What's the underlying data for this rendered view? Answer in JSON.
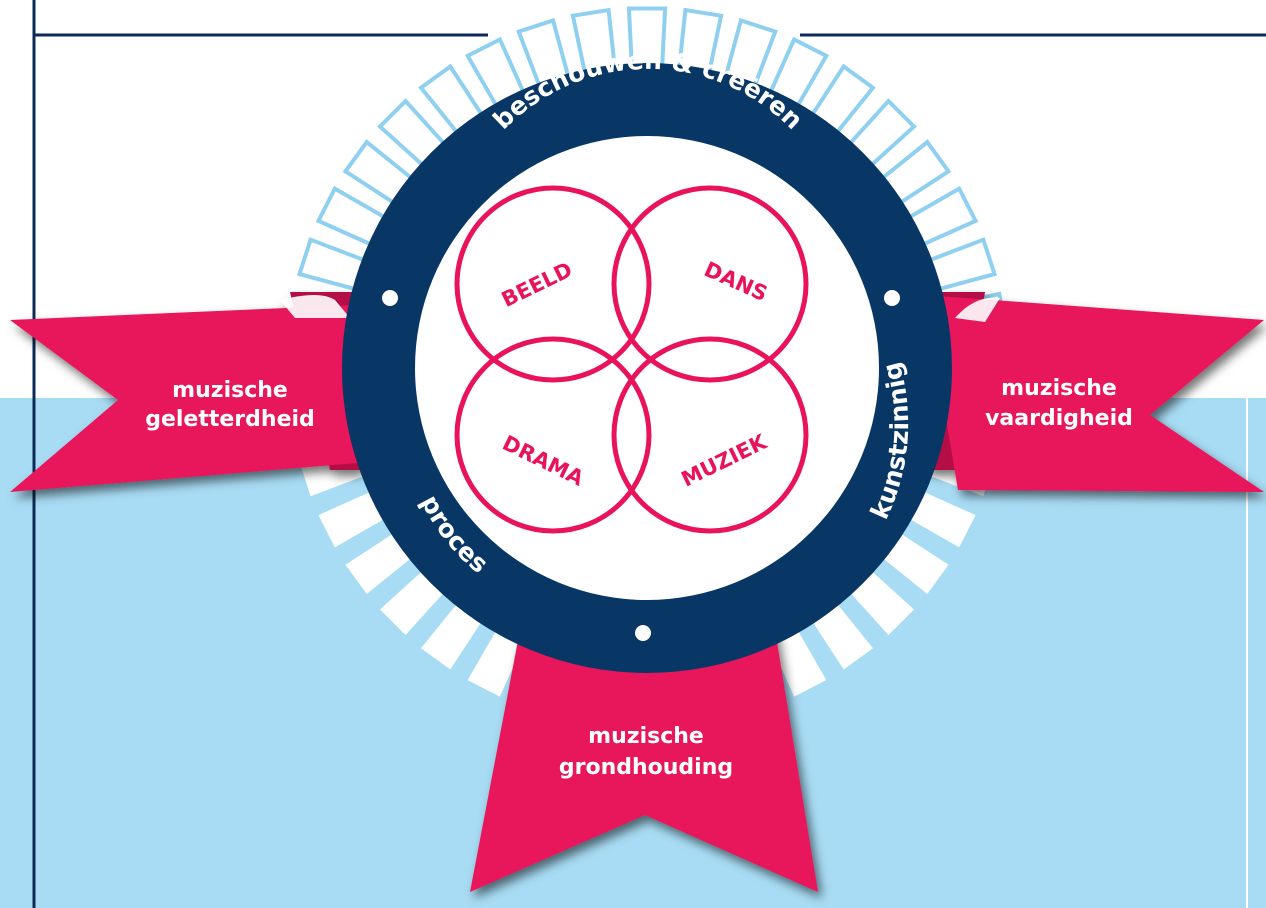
{
  "colors": {
    "background_light": "#a8dcf4",
    "ray_outline": "#8fd0f0",
    "ray_white": "#ffffff",
    "navy": "#083766",
    "pink": "#e8135a",
    "pink_dark": "#b50c45",
    "frame": "#0b2a55"
  },
  "ring_labels": {
    "top": "beschouwen & creëren",
    "right": "kunstzinnig",
    "left": "proces"
  },
  "domains": {
    "top_left": "BEELD",
    "top_right": "DANS",
    "bottom_left": "DRAMA",
    "bottom_right": "MUZIEK"
  },
  "ribbons": {
    "left": {
      "line1": "muzische",
      "line2": "geletterdheid"
    },
    "right": {
      "line1": "muzische",
      "line2": "vaardigheid"
    },
    "bottom": {
      "line1": "muzische",
      "line2": "grondhouding"
    }
  }
}
